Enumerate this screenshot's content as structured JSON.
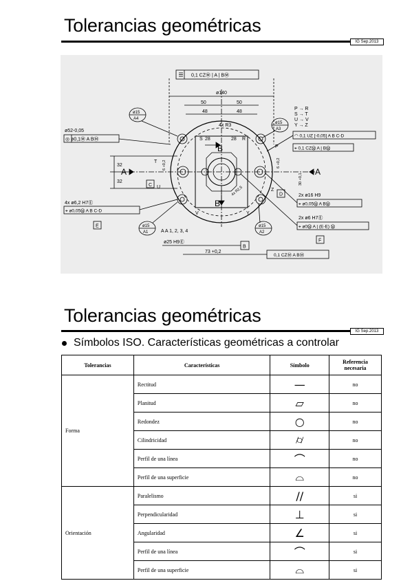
{
  "slide1": {
    "title": "Tolerancias geométricas",
    "date_label": "IG Sep.2013",
    "drawing": {
      "top_fcf": "0,1 CZⓂ | A | BⓂ",
      "dim_140": "ø140",
      "dim_50_left": "50",
      "dim_50_right": "50",
      "dim_48_left": "48",
      "dim_48_right": "48",
      "radius_r3": "4x R3",
      "dim_28_left": "28",
      "dim_28_right": "28",
      "s_label": "S",
      "r_label": "R",
      "b_top": "B",
      "b_bottom": "B",
      "bubble_a4_top": "ø15",
      "bubble_a4_bottom": "A4",
      "bubble_a3_top": "ø15",
      "bubble_a3_bottom": "A3",
      "bubble_a1_top": "ø15",
      "bubble_a1_bottom": "A1",
      "bubble_a2_top": "ø15",
      "bubble_a2_bottom": "A2",
      "dia52": "ø52-0,05",
      "fcf_52": "◎ ø0,1Ⓜ  A  BⓂ",
      "legend_pr": "P → R",
      "legend_st": "S → T",
      "legend_uv": "U → V",
      "legend_yz": "Y → Z",
      "fcf_profile": "◠ 0,1 UZ [-0,05]  A  B  C-D",
      "fcf_pos_right": "⌖ 0,1 CZⓂ  A | BⓂ",
      "dim_32_top": "32",
      "dim_32_bottom": "32",
      "t_label": "T",
      "c_label": "C",
      "u_label": "U",
      "a_left": "A",
      "a_right": "A",
      "p_label": "P",
      "z_label": "Z",
      "d_label": "D",
      "dim_6_left": "6 +0,2",
      "dim_6_right": "6 +0,2",
      "dim_30": "30 +0,1",
      "r25": "4x R2,5",
      "v_label": "V",
      "y_label": "Y",
      "holes_left": "4x ø6,2 H7Ⓔ",
      "fcf_holes_left": "⌖ ø0,05Ⓜ  A  B  C-D",
      "e_label": "E",
      "holes_right1": "2x ø16 H9",
      "fcf_holes_right1": "⌖ ø0,05Ⓜ  A  BⓂ",
      "holes_right2": "2x ø6 H7Ⓔ",
      "fcf_holes_right2": "⌖ ø0Ⓜ  A | (E-E) Ⓜ",
      "f_label": "F",
      "datum_a_ref": "A  A 1, 2, 3, 4",
      "dia25": "ø25 H9Ⓔ",
      "b_box": "B",
      "dim_73": "73 +0,2",
      "fcf_bottom": "0,1 CZⓂ  A  BⓂ"
    }
  },
  "slide2": {
    "title": "Tolerancias geométricas",
    "date_label": "IG Sep.2013",
    "bullet": "Símbolos ISO. Características geométricas a controlar",
    "table": {
      "headers": {
        "col1": "Tolerancias",
        "col2": "Características",
        "col3": "Símbolo",
        "col4_line1": "Referencia",
        "col4_line2": "necesaria"
      },
      "groups": [
        {
          "name": "Forma",
          "rows": [
            {
              "feature": "Rectitud",
              "symbol": "—",
              "ref": "no"
            },
            {
              "feature": "Planitud",
              "symbol": "▱",
              "ref": "no"
            },
            {
              "feature": "Redondez",
              "symbol": "○",
              "ref": "no"
            },
            {
              "feature": "Cilindricidad",
              "symbol": "⌭",
              "ref": "no"
            },
            {
              "feature": "Perfil de una línea",
              "symbol": "⌒",
              "ref": "no"
            },
            {
              "feature": "Perfil de una superficie",
              "symbol": "⌓",
              "ref": "no"
            }
          ]
        },
        {
          "name": "Orientación",
          "rows": [
            {
              "feature": "Paralelismo",
              "symbol": "//",
              "ref": "si"
            },
            {
              "feature": "Perpendicularidad",
              "symbol": "⊥",
              "ref": "si"
            },
            {
              "feature": "Angularidad",
              "symbol": "∠",
              "ref": "si"
            },
            {
              "feature": "Perfil de una línea",
              "symbol": "⌒",
              "ref": "si"
            },
            {
              "feature": "Perfil de una superficie",
              "symbol": "⌓",
              "ref": "si"
            }
          ]
        }
      ]
    }
  }
}
